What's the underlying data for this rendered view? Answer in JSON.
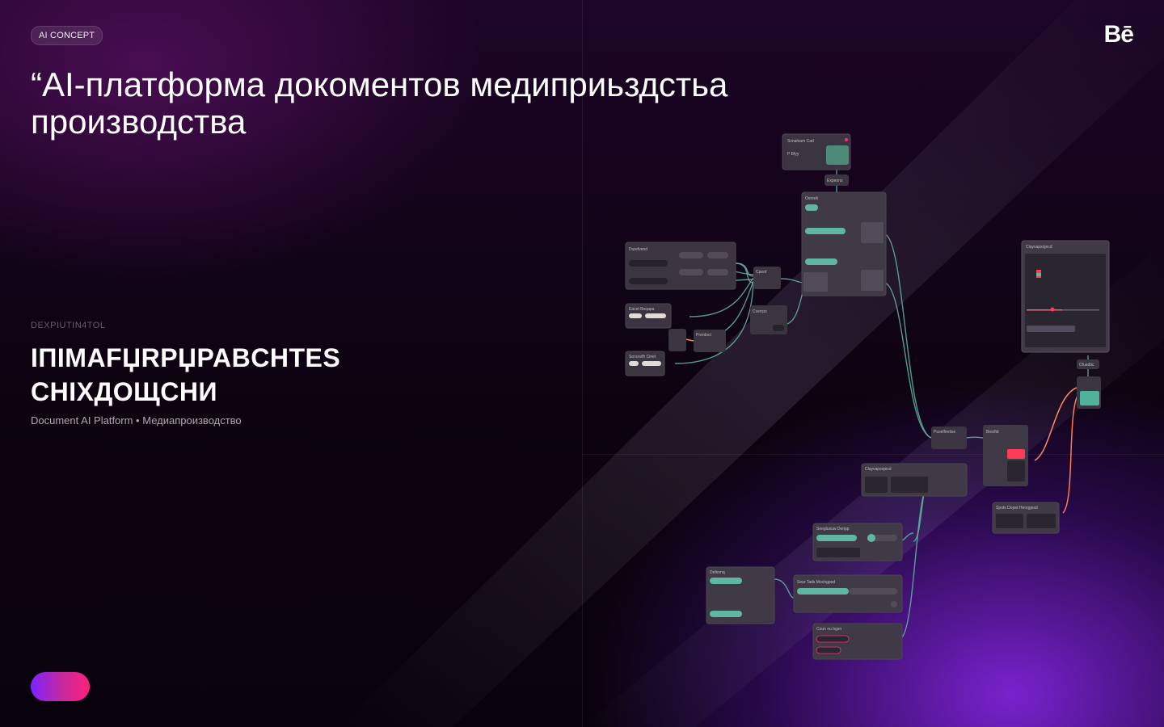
{
  "header": {
    "badge": "AI CONCEPT",
    "logo": "Bē"
  },
  "hero": {
    "title_line1": "“AI-платформа докоментов медиприьздстьа",
    "title_line2": "производства"
  },
  "section": {
    "eyebrow": "DEXPIUTIN4TOL",
    "headline_line1": "IПIMAFЏRPЏPABCHTES",
    "headline_line2": "CHIXДOЩCHИ",
    "subline": "Document AI Platform • Медиапроизводство"
  },
  "diagram": {
    "nodes": [
      {
        "id": "n1",
        "title": "Svnahiam Cad"
      },
      {
        "id": "n2",
        "title": "Expeons"
      },
      {
        "id": "n3",
        "title": "Ovreek"
      },
      {
        "id": "n4",
        "title": "Durefvend"
      },
      {
        "id": "n5",
        "title": "Eacet Beqapa"
      },
      {
        "id": "n6",
        "title": "Sonorefh Cinet"
      },
      {
        "id": "n7",
        "title": "Cpeof"
      },
      {
        "id": "n8",
        "title": "Cverrpo"
      },
      {
        "id": "n9",
        "title": "Prerdoct"
      },
      {
        "id": "n10",
        "title": "Cfuedtic"
      },
      {
        "id": "n11",
        "title": "Clayvapsojecd"
      },
      {
        "id": "n12",
        "title": "Psoelfiretise"
      },
      {
        "id": "n13",
        "title": "Besrfid"
      },
      {
        "id": "n14",
        "title": "Spots Dopet Heoqgesd"
      },
      {
        "id": "n15",
        "title": "Seeglusuw Deripp"
      },
      {
        "id": "n16",
        "title": "Defevnq"
      },
      {
        "id": "n17",
        "title": "Seur Tads Mochgpod"
      },
      {
        "id": "n18",
        "title": "Coun nu bgsn"
      }
    ],
    "colors": {
      "teal": "#5fb7a1",
      "coral": "#ff6e6a",
      "magenta": "#ff2b86",
      "panel": "#3a3540"
    }
  },
  "footer": {
    "accent_pill": "gradient-pill"
  }
}
